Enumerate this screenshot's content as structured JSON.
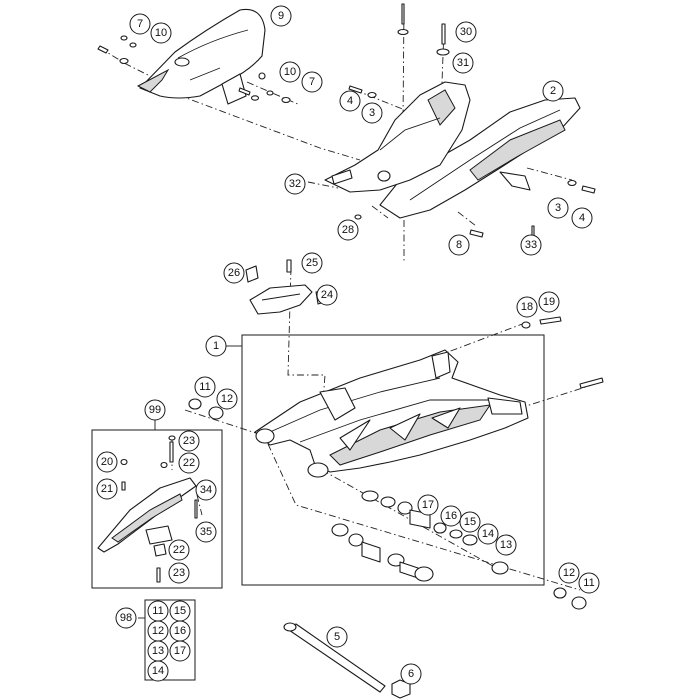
{
  "callouts": {
    "c7a": "7",
    "c10a": "10",
    "c9": "9",
    "c10b": "10",
    "c7b": "7",
    "c30": "30",
    "c31": "31",
    "c4a": "4",
    "c3a": "3",
    "c2": "2",
    "c32": "32",
    "c3b": "3",
    "c4b": "4",
    "c28": "28",
    "c8": "8",
    "c33": "33",
    "c26": "26",
    "c25": "25",
    "c24": "24",
    "c18": "18",
    "c19": "19",
    "c1": "1",
    "c11a": "11",
    "c12a": "12",
    "c99": "99",
    "c23a": "23",
    "c20": "20",
    "c22a": "22",
    "c21": "21",
    "c34": "34",
    "c35": "35",
    "c22b": "22",
    "c23b": "23",
    "c17": "17",
    "c16": "16",
    "c15": "15",
    "c14": "14",
    "c13": "13",
    "c12b": "12",
    "c11b": "11",
    "c98": "98",
    "k11": "11",
    "k15": "15",
    "k12": "12",
    "k16": "16",
    "k13": "13",
    "k17": "17",
    "k14": "14",
    "c5": "5",
    "c6": "6"
  }
}
